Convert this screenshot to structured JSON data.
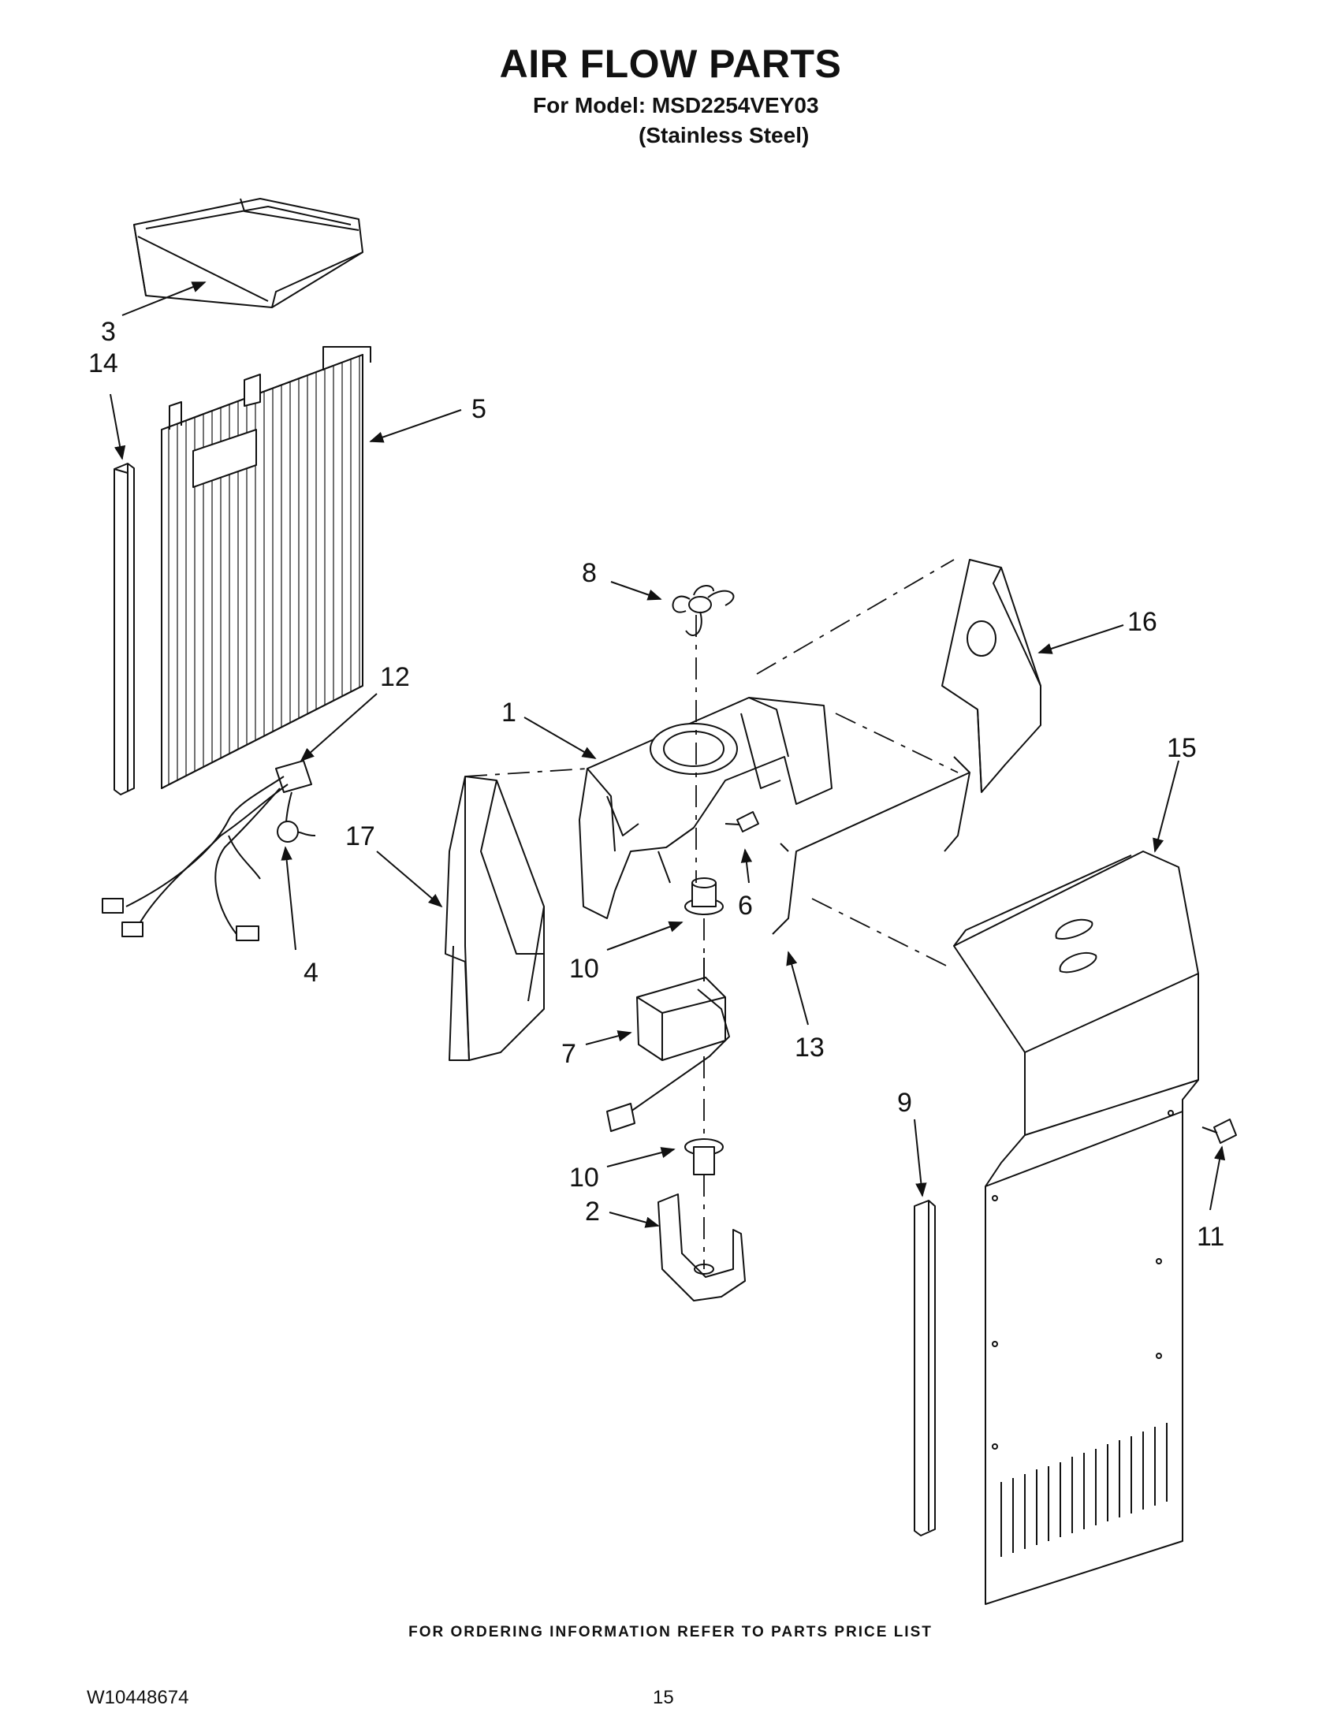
{
  "header": {
    "title": "AIR FLOW PARTS",
    "model_line": "For Model: MSD2254VEY03",
    "finish": "(Stainless Steel)"
  },
  "callouts": {
    "c1": "1",
    "c2": "2",
    "c3": "3",
    "c4": "4",
    "c5": "5",
    "c6": "6",
    "c7": "7",
    "c8": "8",
    "c9": "9",
    "c10a": "10",
    "c10b": "10",
    "c11": "11",
    "c12": "12",
    "c13": "13",
    "c14": "14",
    "c15": "15",
    "c16": "16",
    "c17": "17"
  },
  "footer": {
    "note": "FOR ORDERING INFORMATION REFER TO PARTS PRICE LIST",
    "doc_number": "W10448674",
    "page_number": "15"
  }
}
